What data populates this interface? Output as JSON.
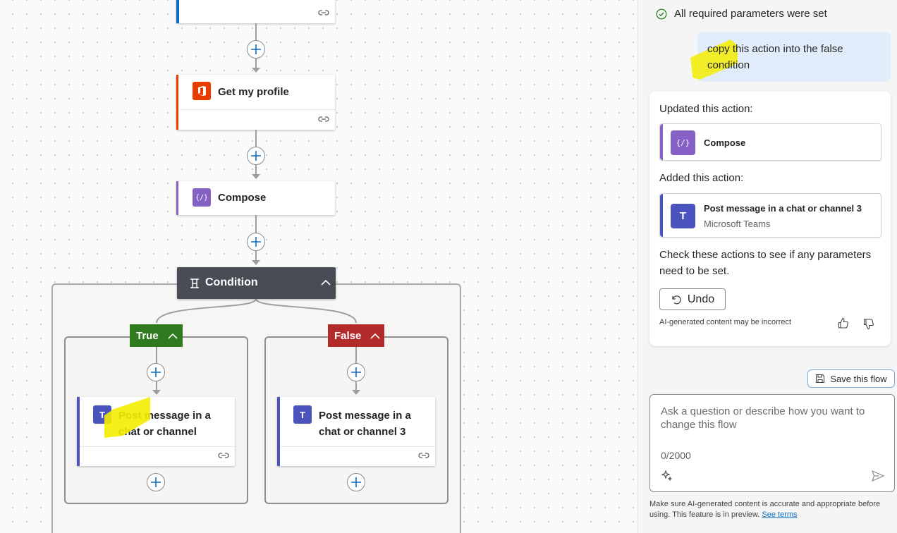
{
  "canvas": {
    "top_card": {},
    "get_my_profile": {
      "title": "Get my profile",
      "icon": "office-icon",
      "accent": "#eb3c00"
    },
    "compose": {
      "title": "Compose",
      "icon": "compose-icon",
      "accent": "#8661c5"
    },
    "condition": {
      "title": "Condition",
      "icon": "condition-icon"
    },
    "true_branch": {
      "label": "True",
      "color": "#2f7a1f",
      "action": {
        "title": "Post message in a chat or channel",
        "icon": "teams-icon"
      }
    },
    "false_branch": {
      "label": "False",
      "color": "#b32b2b",
      "action": {
        "title": "Post message in a chat or channel 3",
        "icon": "teams-icon"
      }
    }
  },
  "copilot": {
    "status": "All required parameters were set",
    "user_message": "copy this action into the false condition",
    "updated_label": "Updated this action:",
    "updated_action": {
      "title": "Compose",
      "icon": "compose-icon"
    },
    "added_label": "Added this action:",
    "added_action": {
      "title": "Post message in a chat or channel 3",
      "subtitle": "Microsoft Teams",
      "icon": "teams-icon"
    },
    "check_text": "Check these actions to see if any parameters need to be set.",
    "undo_label": "Undo",
    "ai_disclaimer": "AI-generated content may be incorrect",
    "save_label": "Save this flow",
    "input_placeholder": "Ask a question or describe how you want to change this flow",
    "char_counter": "0/2000",
    "footer_text": "Make sure AI-generated content is accurate and appropriate before using. This feature is in preview.",
    "footer_link": "See terms"
  },
  "colors": {
    "teams": "#4b53bc",
    "accent_blue": "#0f6cbd",
    "condition_header": "#474c55"
  }
}
